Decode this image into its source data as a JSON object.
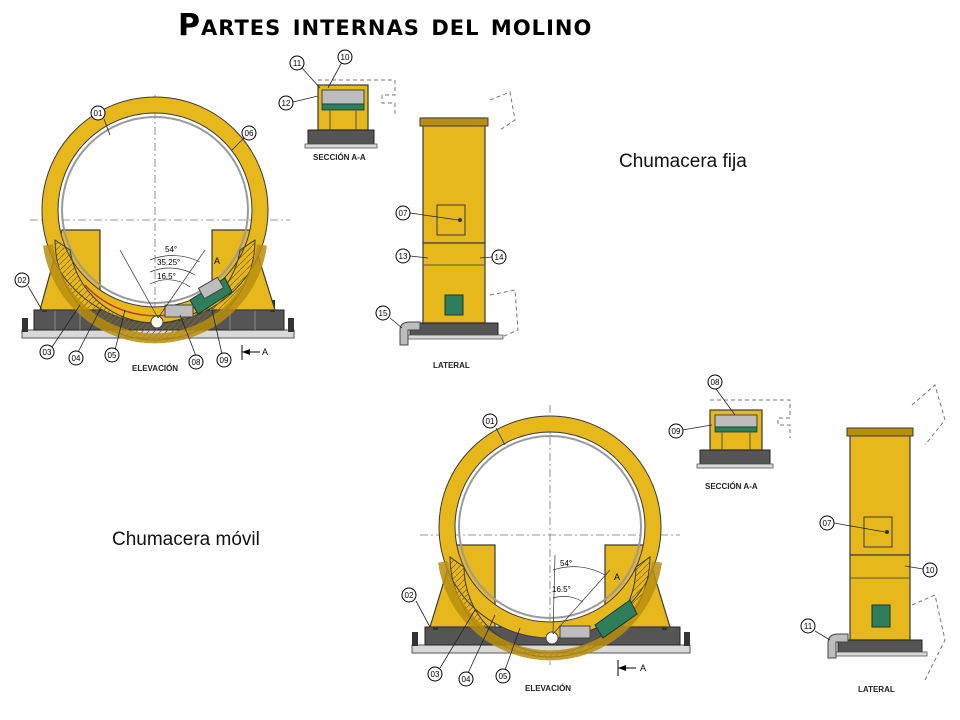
{
  "title": "Partes internas del molino",
  "captions": {
    "fixed": "Chumacera fija",
    "mobile": "Chumacera móvil"
  },
  "top_set": {
    "elevation": {
      "view_label": "ELEVACIÓN",
      "section_marker": "A",
      "angle_labels": [
        "54°",
        "35.25°",
        "16.5°"
      ],
      "callouts": [
        "01",
        "06",
        "02",
        "03",
        "04",
        "05",
        "08",
        "09"
      ]
    },
    "section": {
      "view_label": "SECCIÓN A-A",
      "callouts": [
        "11",
        "10",
        "12"
      ]
    },
    "lateral": {
      "view_label": "LATERAL",
      "callouts": [
        "07",
        "13",
        "14",
        "15"
      ]
    }
  },
  "bottom_set": {
    "elevation": {
      "view_label": "ELEVACIÓN",
      "section_marker": "A",
      "angle_labels": [
        "54°",
        "16.5°"
      ],
      "callouts": [
        "01",
        "02",
        "03",
        "04",
        "05"
      ]
    },
    "section": {
      "view_label": "SECCIÓN A-A",
      "callouts": [
        "08",
        "09"
      ]
    },
    "lateral": {
      "view_label": "LATERAL",
      "callouts": [
        "07",
        "10",
        "11"
      ]
    }
  },
  "colors": {
    "yellow": "#E6B81C",
    "dark_yellow": "#B88E0E",
    "outline": "#3a3a3a",
    "steel": "#4a4a4a",
    "green": "#2E7D5B",
    "gray": "#BDBDBD"
  }
}
